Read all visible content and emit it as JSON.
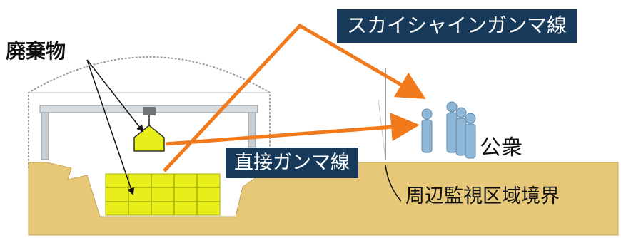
{
  "labels": {
    "waste": "廃棄物",
    "skyshine": "スカイシャインガンマ線",
    "direct": "直接ガンマ線",
    "public": "公衆",
    "boundary": "周辺監視区域境界"
  },
  "colors": {
    "ground": "#e7c878",
    "ground_edge": "#c9a45a",
    "ray": "#f07a1c",
    "label_box": "#173a5a",
    "waste_block": "#e8ee1a",
    "person": "#8fb8d8"
  },
  "icons": [
    "person-icon",
    "pointer-arrow-icon"
  ]
}
